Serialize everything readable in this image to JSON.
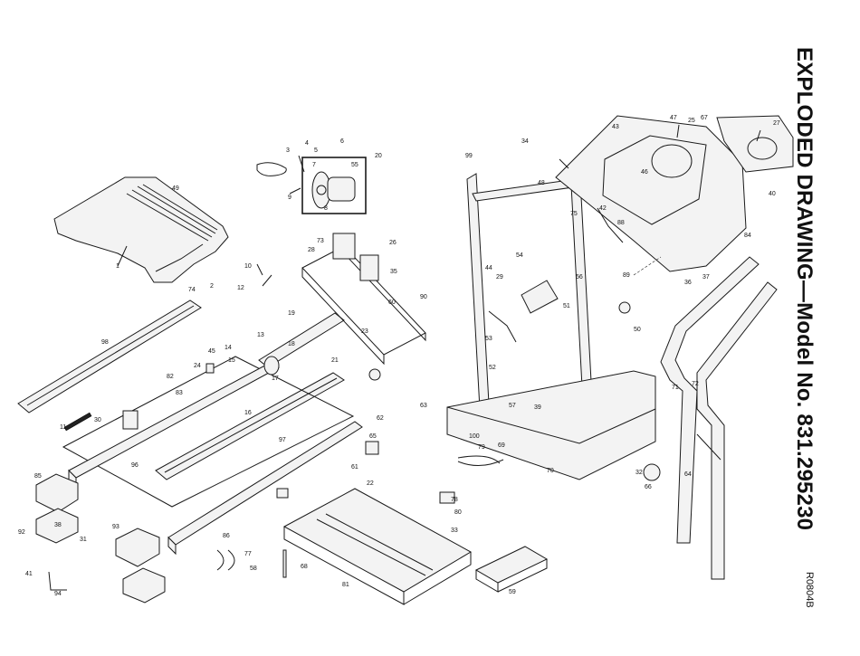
{
  "title": "EXPLODED DRAWING—Model No. 831.295230",
  "drawing_id": "R0804B",
  "part_labels": [
    "1",
    "2",
    "3",
    "4",
    "5",
    "6",
    "7",
    "8",
    "9",
    "10",
    "11",
    "12",
    "13",
    "14",
    "15",
    "16",
    "17",
    "18",
    "19",
    "20",
    "21",
    "22",
    "23",
    "24",
    "25",
    "26",
    "27",
    "28",
    "29",
    "30",
    "31",
    "32",
    "33",
    "34",
    "35",
    "36",
    "37",
    "38",
    "39",
    "40",
    "41",
    "42",
    "43",
    "44",
    "45",
    "46",
    "47",
    "48",
    "49",
    "50",
    "51",
    "52",
    "53",
    "54",
    "55",
    "56",
    "57",
    "58",
    "59",
    "60",
    "61",
    "62",
    "63",
    "64",
    "65",
    "66",
    "67",
    "68",
    "69",
    "70",
    "71",
    "72",
    "73",
    "74",
    "75",
    "77",
    "78",
    "79",
    "80",
    "81",
    "82",
    "83",
    "84",
    "85",
    "86",
    "88",
    "89",
    "90",
    "92",
    "93",
    "94",
    "96",
    "97",
    "98",
    "99",
    "100"
  ]
}
